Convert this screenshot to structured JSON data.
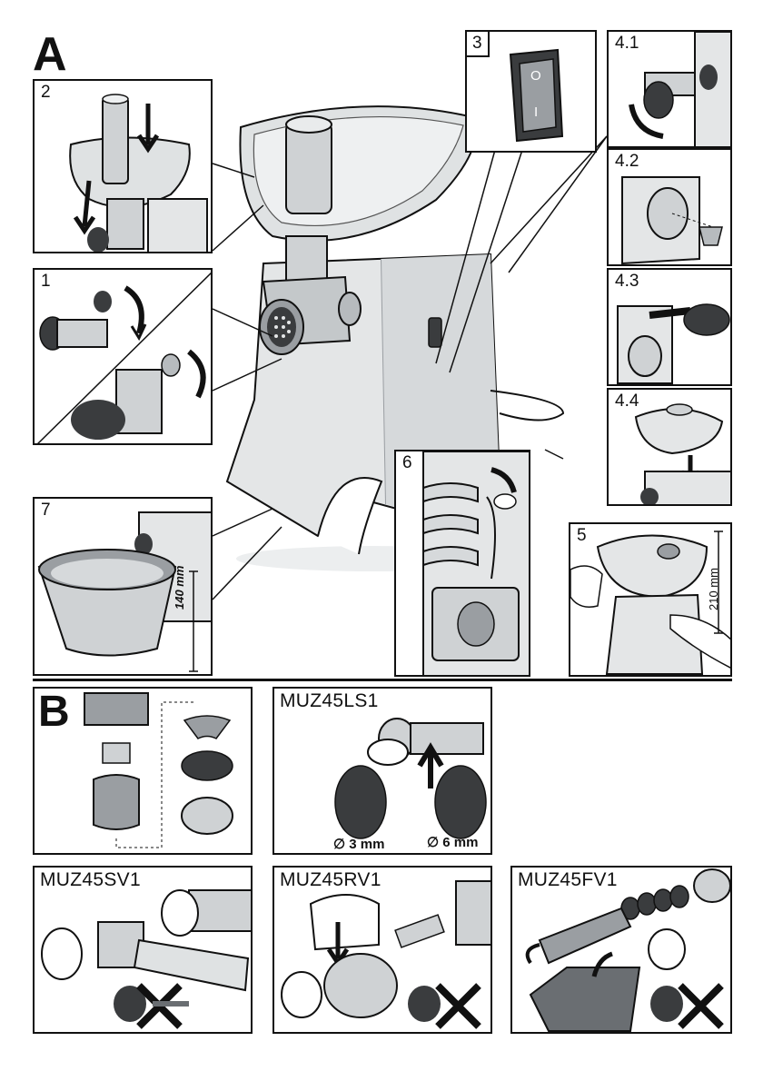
{
  "sections": {
    "a_label": "A",
    "b_label": "B"
  },
  "steps": {
    "s1": "1",
    "s2": "2",
    "s3": "3",
    "s41": "4.1",
    "s42": "4.2",
    "s43": "4.3",
    "s44": "4.4",
    "s5": "5",
    "s6": "6",
    "s7": "7"
  },
  "dimensions": {
    "height_210": "210 mm",
    "height_140": "140 mm"
  },
  "accessories": {
    "ls1": {
      "name": "MUZ45LS1",
      "disc_small": "∅ 3 mm",
      "disc_large": "∅ 6 mm"
    },
    "sv1": {
      "name": "MUZ45SV1"
    },
    "rv1": {
      "name": "MUZ45RV1"
    },
    "fv1": {
      "name": "MUZ45FV1"
    }
  },
  "switch_symbols": {
    "off": "O",
    "on": "I"
  },
  "colors": {
    "line": "#111111",
    "metal": "#cfd2d4",
    "shade": "#9a9ea2",
    "dark": "#3a3c3e",
    "body": "#e4e6e7"
  }
}
